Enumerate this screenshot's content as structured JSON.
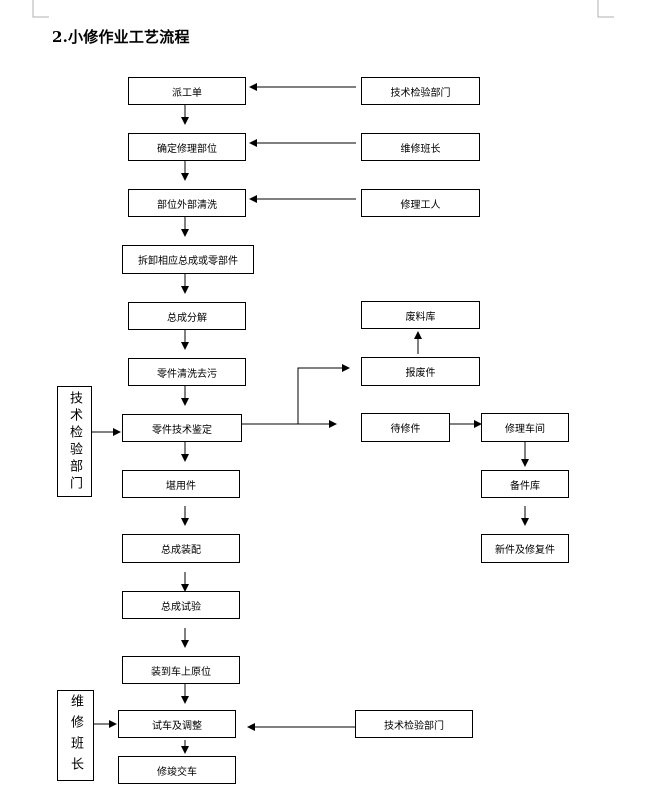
{
  "title": "2.小修作业工艺流程",
  "main": {
    "dispatch": "派工单",
    "locate": "确定修理部位",
    "clean": "部位外部清洗",
    "disassemble": "拆卸相应总成或零部件",
    "decompose": "总成分解",
    "part_clean": "零件清洗去污",
    "inspect": "零件技术鉴定",
    "usable": "堪用件",
    "assemble": "总成装配",
    "test": "总成试验",
    "install": "装到车上原位",
    "trial": "试车及调整",
    "deliver": "修竣交车"
  },
  "right": {
    "tech_dept_1": "技术检验部门",
    "team_leader": "维修班长",
    "worker": "修理工人",
    "scrap_store": "废料库",
    "scrap_part": "报废件",
    "to_repair": "待修件",
    "workshop": "修理车间",
    "spare_store": "备件库",
    "new_parts": "新件及修复件",
    "tech_dept_2": "技术检验部门"
  },
  "left": {
    "tech_dept": "技术检验部门",
    "team_leader": "维修班长"
  }
}
